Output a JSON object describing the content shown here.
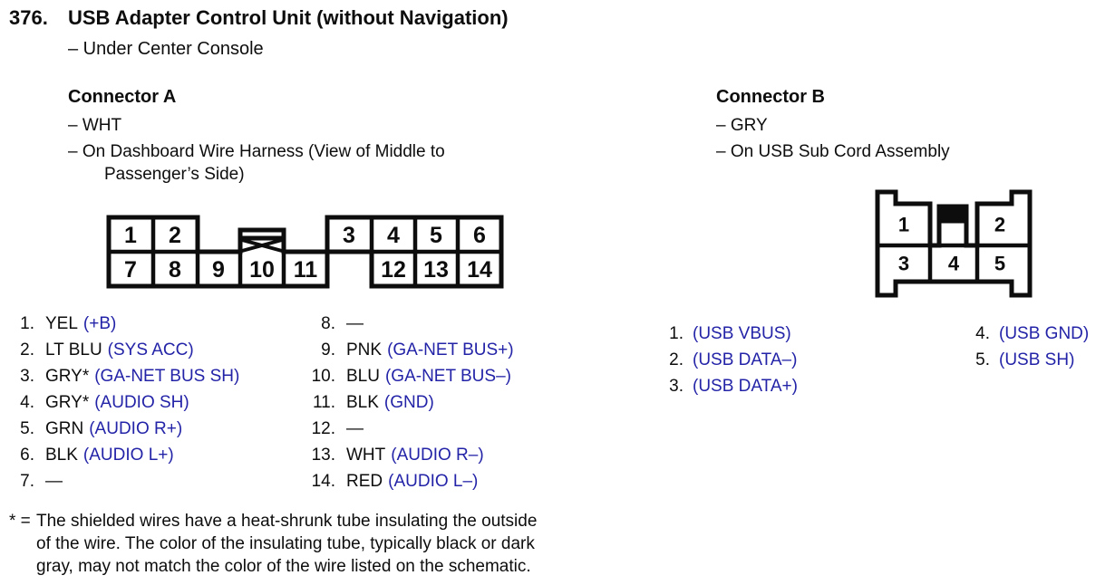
{
  "colors": {
    "ink": "#0d0d0d",
    "signal_blue": "#2323a8",
    "page_bg": "#ffffff"
  },
  "title": {
    "number": "376.",
    "text": "USB Adapter Control Unit (without Navigation)",
    "location": "– Under Center Console"
  },
  "connector_a": {
    "heading": "Connector A",
    "notes": [
      "– WHT",
      "– On Dashboard Wire Harness (View of Middle to",
      "Passenger’s Side)"
    ],
    "diagram": {
      "top_pins": [
        "1",
        "2",
        "3",
        "4",
        "5",
        "6"
      ],
      "bottom_pins": [
        "7",
        "8",
        "9",
        "10",
        "11",
        "12",
        "13",
        "14"
      ],
      "blocked_cavity": "keyway above pin 10"
    },
    "pins": [
      {
        "n": "1.",
        "wire": "YEL",
        "signal": "(+B)"
      },
      {
        "n": "2.",
        "wire": "LT BLU",
        "signal": "(SYS ACC)"
      },
      {
        "n": "3.",
        "wire": "GRY*",
        "signal": "(GA-NET BUS SH)"
      },
      {
        "n": "4.",
        "wire": "GRY*",
        "signal": "(AUDIO SH)"
      },
      {
        "n": "5.",
        "wire": "GRN",
        "signal": "(AUDIO R+)"
      },
      {
        "n": "6.",
        "wire": "BLK",
        "signal": "(AUDIO L+)"
      },
      {
        "n": "7.",
        "wire": "—",
        "signal": ""
      },
      {
        "n": "8.",
        "wire": "—",
        "signal": ""
      },
      {
        "n": "9.",
        "wire": "PNK",
        "signal": "(GA-NET BUS+)"
      },
      {
        "n": "10.",
        "wire": "BLU",
        "signal": "(GA-NET BUS–)"
      },
      {
        "n": "11.",
        "wire": "BLK",
        "signal": "(GND)"
      },
      {
        "n": "12.",
        "wire": "—",
        "signal": ""
      },
      {
        "n": "13.",
        "wire": "WHT",
        "signal": "(AUDIO R–)"
      },
      {
        "n": "14.",
        "wire": "RED",
        "signal": "(AUDIO L–)"
      }
    ]
  },
  "connector_b": {
    "heading": "Connector B",
    "notes": [
      "– GRY",
      "– On USB Sub Cord Assembly"
    ],
    "diagram": {
      "top_pins": [
        "1",
        "2"
      ],
      "bottom_pins": [
        "3",
        "4",
        "5"
      ]
    },
    "pins": [
      {
        "n": "1.",
        "signal": "(USB VBUS)"
      },
      {
        "n": "2.",
        "signal": "(USB DATA–)"
      },
      {
        "n": "3.",
        "signal": "(USB DATA+)"
      },
      {
        "n": "4.",
        "signal": "(USB GND)"
      },
      {
        "n": "5.",
        "signal": "(USB SH)"
      }
    ]
  },
  "footnote": {
    "prefix": "* =",
    "lines": [
      "The shielded wires have a heat-shrunk tube insulating the outside",
      "of the wire. The color of the insulating tube, typically black or dark",
      "gray, may not match the color of the wire listed on the schematic."
    ]
  }
}
